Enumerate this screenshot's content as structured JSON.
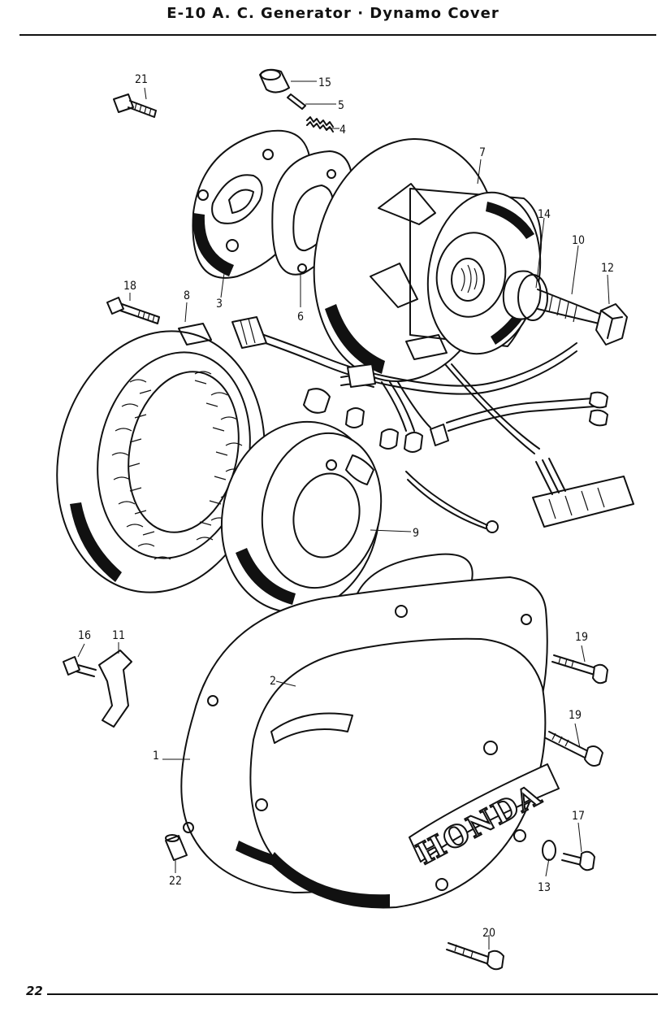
{
  "header": {
    "title": "E-10 A. C. Generator · Dynamo Cover"
  },
  "footer": {
    "page_number": "22"
  },
  "emblem": {
    "text": "HONDA"
  },
  "callouts": [
    {
      "id": "1",
      "label": "1"
    },
    {
      "id": "2",
      "label": "2"
    },
    {
      "id": "3",
      "label": "3"
    },
    {
      "id": "4",
      "label": "4"
    },
    {
      "id": "5",
      "label": "5"
    },
    {
      "id": "6",
      "label": "6"
    },
    {
      "id": "7",
      "label": "7"
    },
    {
      "id": "8",
      "label": "8"
    },
    {
      "id": "9",
      "label": "9"
    },
    {
      "id": "10",
      "label": "10"
    },
    {
      "id": "11",
      "label": "11"
    },
    {
      "id": "12",
      "label": "12"
    },
    {
      "id": "13",
      "label": "13"
    },
    {
      "id": "14",
      "label": "14"
    },
    {
      "id": "15",
      "label": "15"
    },
    {
      "id": "16",
      "label": "16"
    },
    {
      "id": "17",
      "label": "17"
    },
    {
      "id": "18",
      "label": "18"
    },
    {
      "id": "19a",
      "label": "19"
    },
    {
      "id": "19b",
      "label": "19"
    },
    {
      "id": "20",
      "label": "20"
    },
    {
      "id": "21",
      "label": "21"
    },
    {
      "id": "22",
      "label": "22"
    }
  ]
}
